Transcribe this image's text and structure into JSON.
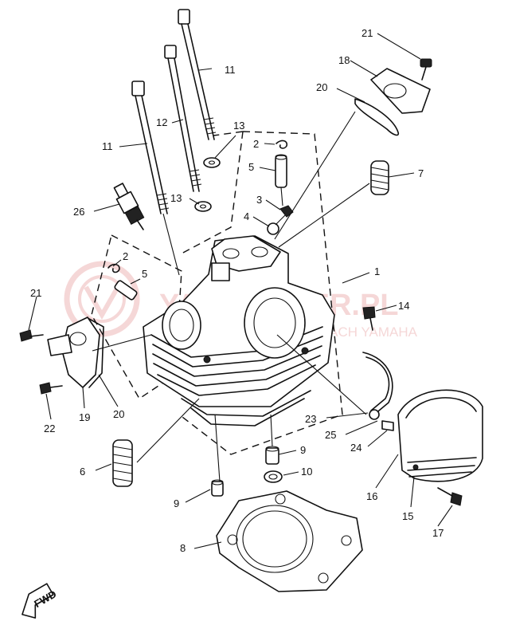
{
  "labels": {
    "l1": "1",
    "l2a": "2",
    "l2b": "2",
    "l3": "3",
    "l4": "4",
    "l5a": "5",
    "l5b": "5",
    "l6": "6",
    "l7": "7",
    "l8": "8",
    "l9a": "9",
    "l9b": "9",
    "l10": "10",
    "l11a": "11",
    "l11b": "11",
    "l12": "12",
    "l13a": "13",
    "l13b": "13",
    "l14": "14",
    "l15": "15",
    "l16": "16",
    "l17": "17",
    "l18": "18",
    "l19": "19",
    "l20a": "20",
    "l20b": "20",
    "l21a": "21",
    "l21b": "21",
    "l22": "22",
    "l23": "23",
    "l24": "24",
    "l25": "25",
    "l26": "26"
  },
  "watermark": {
    "brand": "YAMAHOLER.PL",
    "tagline": "WSZYSTKO O MOTOCYKLACH YAMAHA"
  },
  "arrow_label": "FWD"
}
